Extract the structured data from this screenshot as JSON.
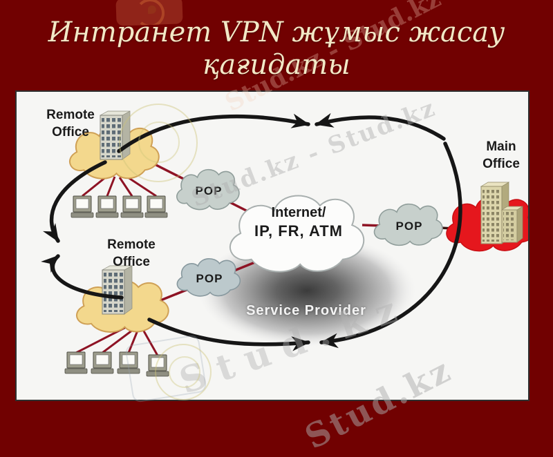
{
  "slide": {
    "title_line1": "Интранет VPN жұмыс жасау",
    "title_line2": "қағидаты"
  },
  "diagram": {
    "remote_office_top_label": "Remote Office",
    "remote_office_bottom_label": "Remote Office",
    "main_office_label": "Main Office",
    "pop_top_label": "POP",
    "pop_right_label": "POP",
    "pop_bottom_label": "POP",
    "internet_cloud_line1": "Internet/",
    "internet_cloud_line2": "IP, FR, ATM",
    "service_provider_label": "Service Provider",
    "icons": [
      "cloud-icon",
      "office-building-icon",
      "desktop-computer-icon",
      "vpn-tunnel-arrow-icon",
      "pop-cloud-icon"
    ]
  },
  "watermarks": {
    "brand": "Stud.kz",
    "brand_repeat": "Stud.kz - Stud.kz"
  },
  "colors": {
    "slide_background": "#710101",
    "title_text": "#f2e8c6",
    "panel_background": "#f6f6f4",
    "panel_border": "#2f2f2f",
    "tunnel_arrow": "#161616",
    "link_line": "#8e1324",
    "office_cloud_fill": "#f3d88d",
    "office_cloud_stroke": "#cfa055",
    "pop_cloud_fill": "#c7d0cc",
    "internet_cloud_fill": "#fcfcfb",
    "main_office_cloud_fill": "#e5171d",
    "service_gradient_center": "#3b3b3b",
    "label_text": "#1b1b1b",
    "service_provider_text": "#f4f4f4"
  }
}
